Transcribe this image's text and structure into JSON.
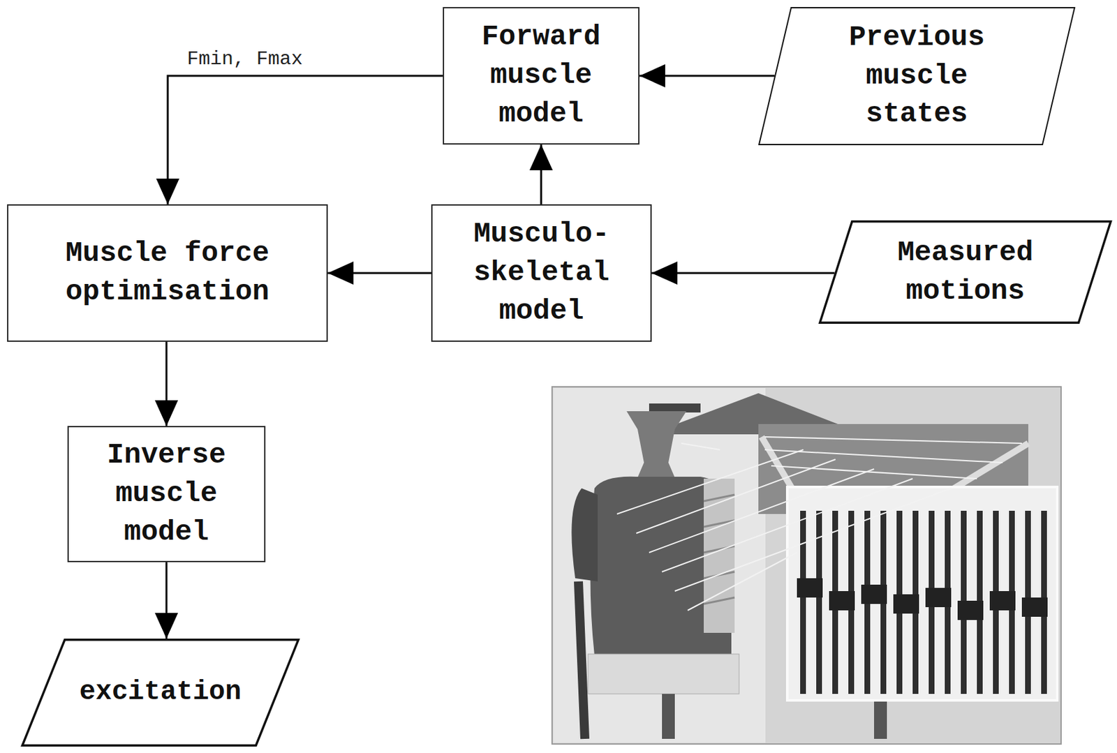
{
  "diagram": {
    "nodes": [
      {
        "text": [
          "Forward muscle model"
        ]
      },
      {
        "text": [
          "Previous muscle states"
        ]
      },
      {
        "text": [
          "Muscle force optimisation"
        ]
      },
      {
        "text": [
          "Musculo-skeletal model"
        ]
      },
      {
        "text": [
          "Measured motions"
        ]
      },
      {
        "text": [
          "Inverse muscle model"
        ]
      },
      {
        "text": [
          "excitation"
        ]
      }
    ],
    "edges": [
      {
        "from": 1,
        "to": 0,
        "arrow": "to"
      },
      {
        "from": 3,
        "to": 0,
        "arrow": "to"
      },
      {
        "from": 0,
        "to": 2,
        "label": "Fmin, Fmax",
        "arrow": "to"
      },
      {
        "from": 4,
        "to": 3,
        "arrow": "to"
      },
      {
        "from": 3,
        "to": 2,
        "arrow": "to"
      },
      {
        "from": 2,
        "to": 5,
        "arrow": "to"
      },
      {
        "from": 5,
        "to": 6,
        "arrow": "to"
      }
    ]
  }
}
